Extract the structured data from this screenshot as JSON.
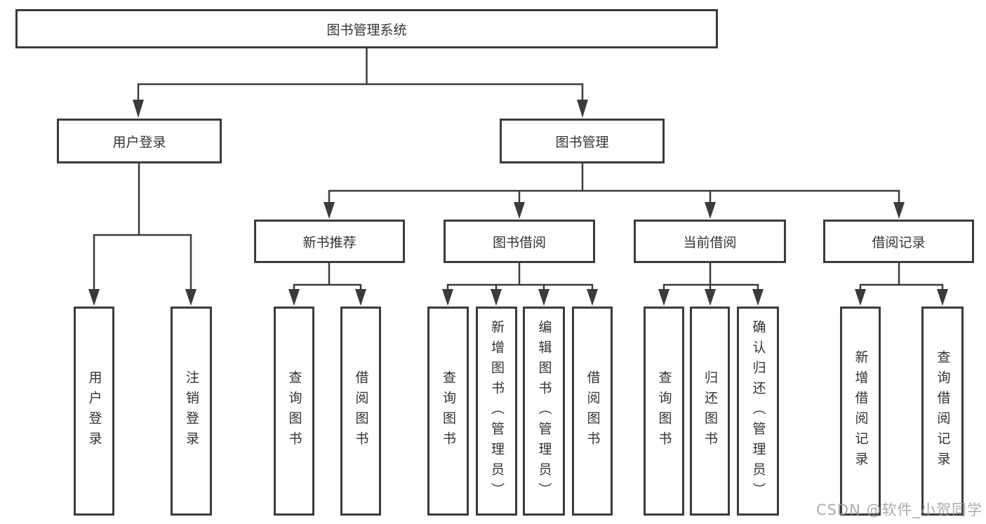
{
  "diagram": {
    "root": "图书管理系统",
    "branches": [
      {
        "label": "用户登录",
        "children": [
          "用户登录",
          "注销登录"
        ]
      },
      {
        "label": "图书管理",
        "sections": [
          {
            "label": "新书推荐",
            "children": [
              "查询图书",
              "借阅图书"
            ]
          },
          {
            "label": "图书借阅",
            "children": [
              "查询图书",
              "新增图书（管理员）",
              "编辑图书（管理员）",
              "借阅图书"
            ]
          },
          {
            "label": "当前借阅",
            "children": [
              "查询图书",
              "归还图书",
              "确认归还（管理员）"
            ]
          },
          {
            "label": "借阅记录",
            "children": [
              "新增借阅记录",
              "查询借阅记录"
            ]
          }
        ]
      }
    ]
  },
  "watermark": "CSDN @软件_小贺同学",
  "colors": {
    "line": "#3b3b3b",
    "box_border": "#3b3b3b",
    "text": "#333333",
    "watermark": "#9e9e9e",
    "background": "#ffffff"
  }
}
